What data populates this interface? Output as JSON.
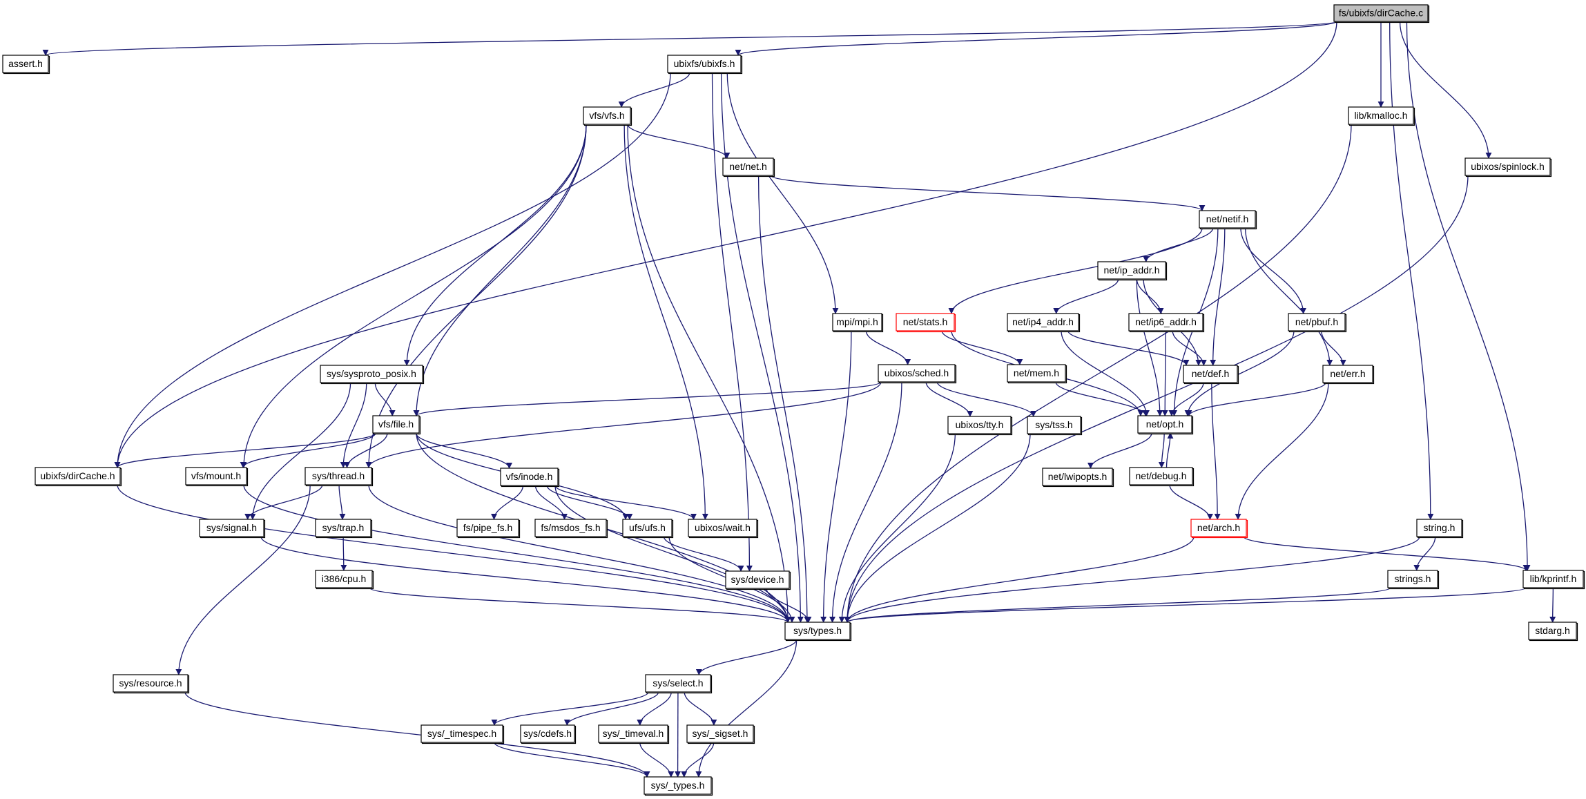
{
  "title": "fs/ubixfs/dirCache.c",
  "colors": {
    "edge": "#191970",
    "root_fill": "#bfbfbf",
    "missing_border": "#ff0000",
    "node_border": "#000000"
  },
  "nodes": [
    {
      "id": "dirCache_c",
      "label": "fs/ubixfs/dirCache.c",
      "kind": "root"
    },
    {
      "id": "assert_h",
      "label": "assert.h"
    },
    {
      "id": "ubixfs_h",
      "label": "ubixfs/ubixfs.h"
    },
    {
      "id": "vfs_h",
      "label": "vfs/vfs.h"
    },
    {
      "id": "kmalloc_h",
      "label": "lib/kmalloc.h"
    },
    {
      "id": "spinlock_h",
      "label": "ubixos/spinlock.h"
    },
    {
      "id": "net_h",
      "label": "net/net.h"
    },
    {
      "id": "netif_h",
      "label": "net/netif.h"
    },
    {
      "id": "ip_addr_h",
      "label": "net/ip_addr.h"
    },
    {
      "id": "stats_h",
      "label": "net/stats.h",
      "kind": "missing"
    },
    {
      "id": "ip4_addr_h",
      "label": "net/ip4_addr.h"
    },
    {
      "id": "ip6_addr_h",
      "label": "net/ip6_addr.h"
    },
    {
      "id": "pbuf_h",
      "label": "net/pbuf.h"
    },
    {
      "id": "mpi_h",
      "label": "mpi/mpi.h"
    },
    {
      "id": "sysproto_h",
      "label": "sys/sysproto_posix.h"
    },
    {
      "id": "sched_h",
      "label": "ubixos/sched.h"
    },
    {
      "id": "mem_h",
      "label": "net/mem.h"
    },
    {
      "id": "def_h",
      "label": "net/def.h"
    },
    {
      "id": "err_h",
      "label": "net/err.h"
    },
    {
      "id": "file_h",
      "label": "vfs/file.h"
    },
    {
      "id": "tty_h",
      "label": "ubixos/tty.h"
    },
    {
      "id": "tss_h",
      "label": "sys/tss.h"
    },
    {
      "id": "opt_h",
      "label": "net/opt.h"
    },
    {
      "id": "dirCache_h",
      "label": "ubixfs/dirCache.h"
    },
    {
      "id": "mount_h",
      "label": "vfs/mount.h"
    },
    {
      "id": "thread_h",
      "label": "sys/thread.h"
    },
    {
      "id": "inode_h",
      "label": "vfs/inode.h"
    },
    {
      "id": "wait_h",
      "label": "ubixos/wait.h"
    },
    {
      "id": "lwipopts_h",
      "label": "net/lwipopts.h"
    },
    {
      "id": "debug_h",
      "label": "net/debug.h"
    },
    {
      "id": "signal_h",
      "label": "sys/signal.h"
    },
    {
      "id": "trap_h",
      "label": "sys/trap.h"
    },
    {
      "id": "pipe_fs_h",
      "label": "fs/pipe_fs.h"
    },
    {
      "id": "msdos_fs_h",
      "label": "fs/msdos_fs.h"
    },
    {
      "id": "ufs_h",
      "label": "ufs/ufs.h"
    },
    {
      "id": "arch_h",
      "label": "net/arch.h",
      "kind": "missing"
    },
    {
      "id": "string_h",
      "label": "string.h"
    },
    {
      "id": "cpu_h",
      "label": "i386/cpu.h"
    },
    {
      "id": "device_h",
      "label": "sys/device.h"
    },
    {
      "id": "strings_h",
      "label": "strings.h"
    },
    {
      "id": "kprintf_h",
      "label": "lib/kprintf.h"
    },
    {
      "id": "types_h",
      "label": "sys/types.h"
    },
    {
      "id": "stdarg_h",
      "label": "stdarg.h"
    },
    {
      "id": "resource_h",
      "label": "sys/resource.h"
    },
    {
      "id": "select_h",
      "label": "sys/select.h"
    },
    {
      "id": "timespec_h",
      "label": "sys/_timespec.h"
    },
    {
      "id": "cdefs_h",
      "label": "sys/cdefs.h"
    },
    {
      "id": "timeval_h",
      "label": "sys/_timeval.h"
    },
    {
      "id": "sigset_h",
      "label": "sys/_sigset.h"
    },
    {
      "id": "_types_h",
      "label": "sys/_types.h"
    }
  ],
  "edges": [
    [
      "dirCache_c",
      "assert_h"
    ],
    [
      "dirCache_c",
      "ubixfs_h"
    ],
    [
      "dirCache_c",
      "dirCache_h"
    ],
    [
      "dirCache_c",
      "kmalloc_h"
    ],
    [
      "dirCache_c",
      "string_h"
    ],
    [
      "dirCache_c",
      "spinlock_h"
    ],
    [
      "dirCache_c",
      "kprintf_h"
    ],
    [
      "ubixfs_h",
      "vfs_h"
    ],
    [
      "ubixfs_h",
      "dirCache_h"
    ],
    [
      "ubixfs_h",
      "types_h"
    ],
    [
      "ubixfs_h",
      "device_h"
    ],
    [
      "ubixfs_h",
      "mpi_h"
    ],
    [
      "vfs_h",
      "net_h"
    ],
    [
      "vfs_h",
      "sysproto_h"
    ],
    [
      "vfs_h",
      "file_h"
    ],
    [
      "vfs_h",
      "mount_h"
    ],
    [
      "vfs_h",
      "thread_h"
    ],
    [
      "vfs_h",
      "types_h"
    ],
    [
      "vfs_h",
      "wait_h"
    ],
    [
      "net_h",
      "netif_h"
    ],
    [
      "net_h",
      "types_h"
    ],
    [
      "netif_h",
      "ip_addr_h"
    ],
    [
      "netif_h",
      "stats_h"
    ],
    [
      "netif_h",
      "def_h"
    ],
    [
      "netif_h",
      "opt_h"
    ],
    [
      "netif_h",
      "pbuf_h"
    ],
    [
      "netif_h",
      "err_h"
    ],
    [
      "ip_addr_h",
      "ip4_addr_h"
    ],
    [
      "ip_addr_h",
      "ip6_addr_h"
    ],
    [
      "ip_addr_h",
      "def_h"
    ],
    [
      "ip_addr_h",
      "opt_h"
    ],
    [
      "ip4_addr_h",
      "def_h"
    ],
    [
      "ip4_addr_h",
      "opt_h"
    ],
    [
      "ip6_addr_h",
      "def_h"
    ],
    [
      "ip6_addr_h",
      "opt_h"
    ],
    [
      "stats_h",
      "mem_h"
    ],
    [
      "stats_h",
      "opt_h"
    ],
    [
      "mem_h",
      "opt_h"
    ],
    [
      "pbuf_h",
      "err_h"
    ],
    [
      "pbuf_h",
      "opt_h"
    ],
    [
      "err_h",
      "opt_h"
    ],
    [
      "err_h",
      "arch_h"
    ],
    [
      "def_h",
      "opt_h"
    ],
    [
      "def_h",
      "arch_h"
    ],
    [
      "opt_h",
      "lwipopts_h"
    ],
    [
      "opt_h",
      "debug_h"
    ],
    [
      "debug_h",
      "opt_h"
    ],
    [
      "debug_h",
      "arch_h"
    ],
    [
      "arch_h",
      "types_h"
    ],
    [
      "arch_h",
      "kprintf_h"
    ],
    [
      "mpi_h",
      "sched_h"
    ],
    [
      "mpi_h",
      "types_h"
    ],
    [
      "sched_h",
      "file_h"
    ],
    [
      "sched_h",
      "thread_h"
    ],
    [
      "sched_h",
      "tty_h"
    ],
    [
      "sched_h",
      "tss_h"
    ],
    [
      "sched_h",
      "types_h"
    ],
    [
      "tty_h",
      "types_h"
    ],
    [
      "tss_h",
      "types_h"
    ],
    [
      "sysproto_h",
      "file_h"
    ],
    [
      "sysproto_h",
      "thread_h"
    ],
    [
      "sysproto_h",
      "signal_h"
    ],
    [
      "file_h",
      "dirCache_h"
    ],
    [
      "file_h",
      "mount_h"
    ],
    [
      "file_h",
      "thread_h"
    ],
    [
      "file_h",
      "inode_h"
    ],
    [
      "file_h",
      "ufs_h"
    ],
    [
      "file_h",
      "types_h"
    ],
    [
      "dirCache_h",
      "types_h"
    ],
    [
      "mount_h",
      "types_h"
    ],
    [
      "thread_h",
      "signal_h"
    ],
    [
      "thread_h",
      "trap_h"
    ],
    [
      "thread_h",
      "resource_h"
    ],
    [
      "thread_h",
      "types_h"
    ],
    [
      "signal_h",
      "types_h"
    ],
    [
      "trap_h",
      "cpu_h"
    ],
    [
      "cpu_h",
      "types_h"
    ],
    [
      "inode_h",
      "pipe_fs_h"
    ],
    [
      "inode_h",
      "msdos_fs_h"
    ],
    [
      "inode_h",
      "ufs_h"
    ],
    [
      "inode_h",
      "wait_h"
    ],
    [
      "inode_h",
      "types_h"
    ],
    [
      "ufs_h",
      "device_h"
    ],
    [
      "ufs_h",
      "types_h"
    ],
    [
      "device_h",
      "types_h"
    ],
    [
      "kmalloc_h",
      "types_h"
    ],
    [
      "spinlock_h",
      "types_h"
    ],
    [
      "string_h",
      "strings_h"
    ],
    [
      "string_h",
      "types_h"
    ],
    [
      "strings_h",
      "types_h"
    ],
    [
      "kprintf_h",
      "types_h"
    ],
    [
      "kprintf_h",
      "stdarg_h"
    ],
    [
      "types_h",
      "select_h"
    ],
    [
      "types_h",
      "_types_h"
    ],
    [
      "select_h",
      "timespec_h"
    ],
    [
      "select_h",
      "cdefs_h"
    ],
    [
      "select_h",
      "timeval_h"
    ],
    [
      "select_h",
      "sigset_h"
    ],
    [
      "select_h",
      "_types_h"
    ],
    [
      "timespec_h",
      "_types_h"
    ],
    [
      "timeval_h",
      "_types_h"
    ],
    [
      "sigset_h",
      "_types_h"
    ],
    [
      "resource_h",
      "_types_h"
    ]
  ]
}
